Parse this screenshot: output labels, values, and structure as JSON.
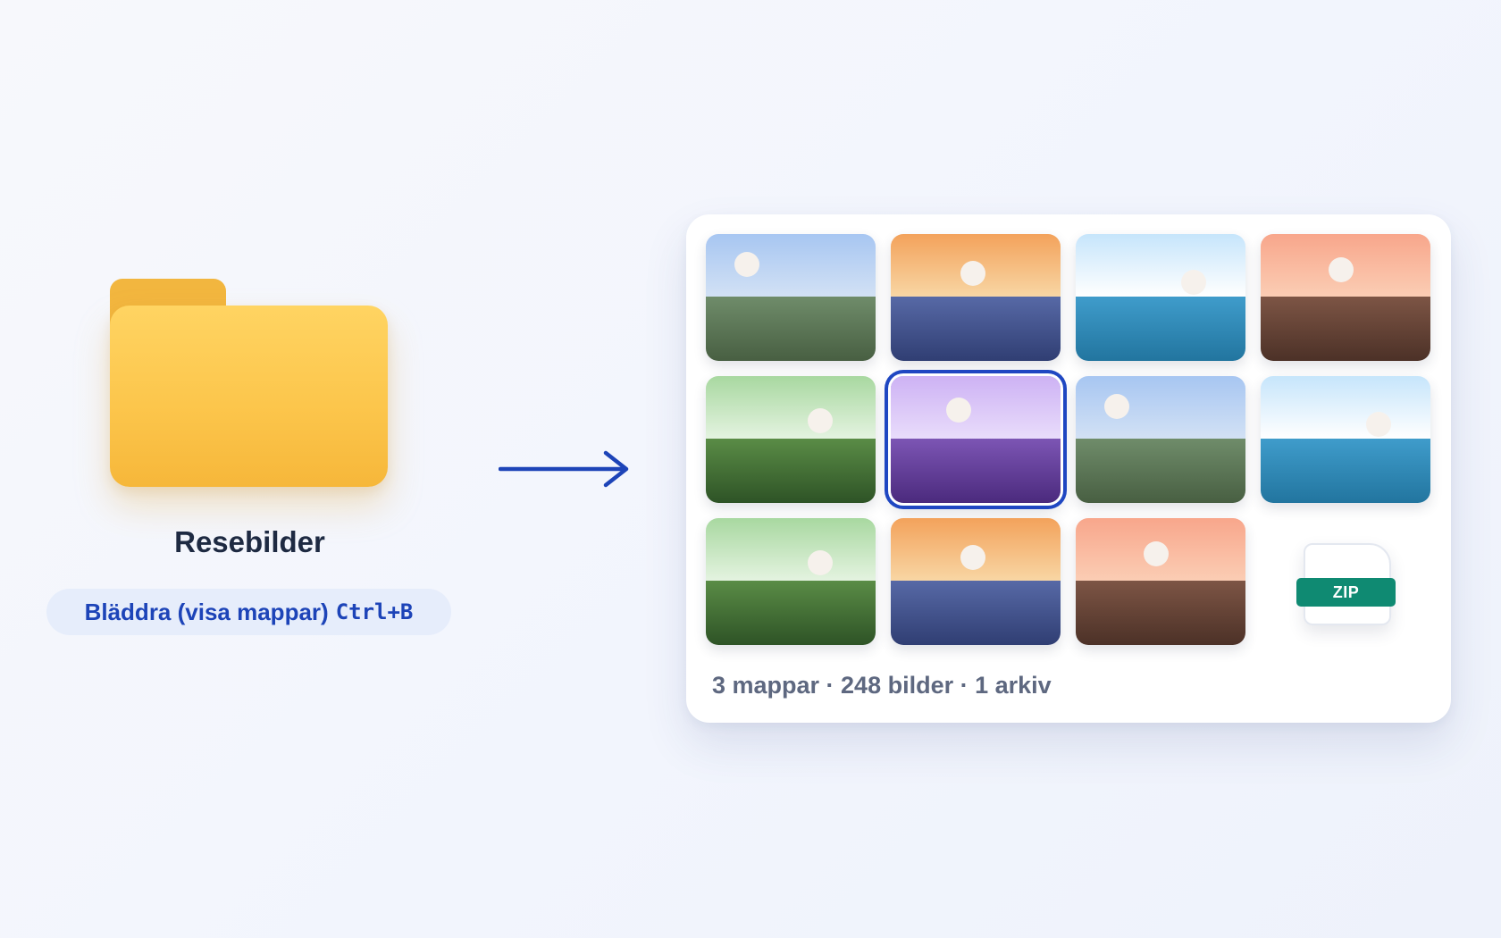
{
  "folder": {
    "name": "Resebilder",
    "icon": "folder-icon",
    "color": "#fcc64c"
  },
  "action": {
    "label": "Bläddra (visa mappar)",
    "shortcut": "Ctrl+B",
    "accent": "#1d44b8"
  },
  "arrow": {
    "icon": "arrow-right-icon"
  },
  "panel": {
    "items": [
      {
        "kind": "image",
        "theme": "mountain"
      },
      {
        "kind": "image",
        "theme": "sunset"
      },
      {
        "kind": "image",
        "theme": "beach"
      },
      {
        "kind": "image",
        "theme": "desert"
      },
      {
        "kind": "image",
        "theme": "forest"
      },
      {
        "kind": "image",
        "theme": "dusk",
        "selected": true
      },
      {
        "kind": "image",
        "theme": "mountain"
      },
      {
        "kind": "image",
        "theme": "beach"
      },
      {
        "kind": "image",
        "theme": "forest"
      },
      {
        "kind": "image",
        "theme": "sunset"
      },
      {
        "kind": "image",
        "theme": "desert"
      },
      {
        "kind": "archive",
        "label": "ZIP",
        "color": "#0f8a72"
      }
    ],
    "selection_color": "#1f47c2",
    "summary": "3 mappar · 248 bilder · 1 arkiv"
  }
}
